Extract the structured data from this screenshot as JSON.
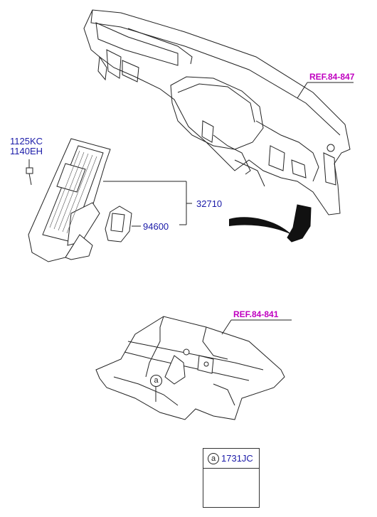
{
  "refs": {
    "dashboard": "REF.84-847",
    "floor": "REF.84-841"
  },
  "parts": {
    "bolt_line1": "1125KC",
    "bolt_line2": "1140EH",
    "pedal_assembly": "32710",
    "sensor": "94600"
  },
  "callout": {
    "marker": "a"
  },
  "legend": {
    "marker": "a",
    "code": "1731JC"
  }
}
